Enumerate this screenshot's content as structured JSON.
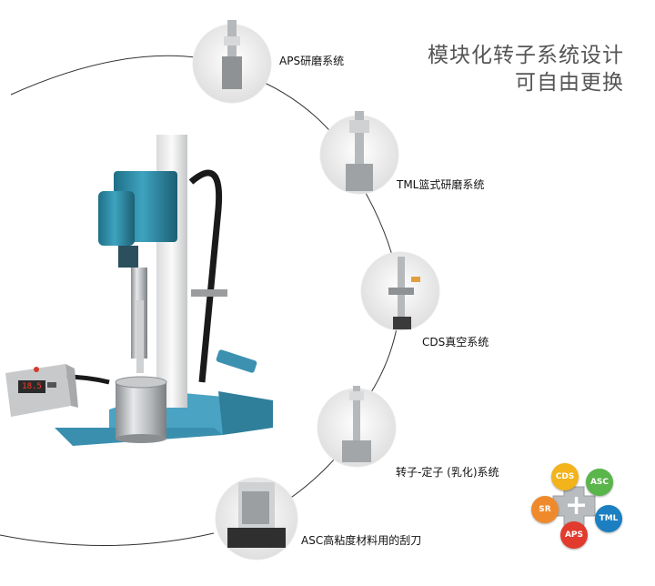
{
  "headline": {
    "line1": "模块化转子系统设计",
    "line2": "可自由更换"
  },
  "systems": [
    {
      "label": "APS研磨系统"
    },
    {
      "label": "TML篮式研磨系统"
    },
    {
      "label": "CDS真空系统"
    },
    {
      "label": "转子-定子 (乳化)系统"
    },
    {
      "label": "ASC高粘度材料用的刮刀"
    }
  ],
  "machine": {
    "display_readout": "18.5"
  },
  "badges": {
    "center": "+",
    "items": [
      {
        "label": "CDS",
        "color": "#f2b31b"
      },
      {
        "label": "ASC",
        "color": "#5ab54b"
      },
      {
        "label": "SR",
        "color": "#ef8a2c"
      },
      {
        "label": "TML",
        "color": "#1b7fc1"
      },
      {
        "label": "APS",
        "color": "#e23b2e"
      }
    ]
  }
}
